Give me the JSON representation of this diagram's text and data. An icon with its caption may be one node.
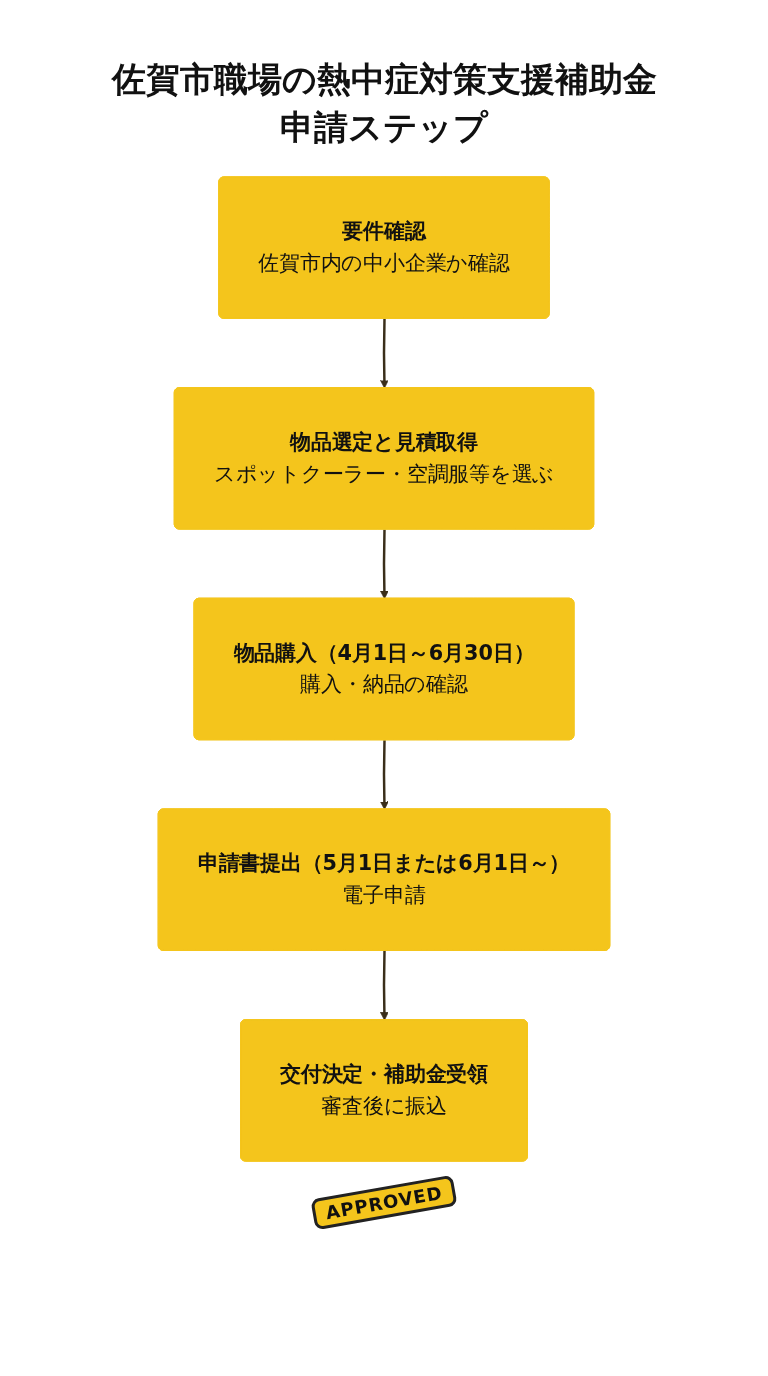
{
  "diagram": {
    "title": "佐賀市職場の熱中症対策支援補助金申請ステップ",
    "nodes": [
      {
        "text": [
          "要件確認",
          "佐賀市内の中小企業か確認"
        ]
      },
      {
        "text": [
          "物品選定と見積取得",
          "スポットクーラー・空調服等を選ぶ"
        ]
      },
      {
        "text": [
          "物品購入（4月1日～6月30日）",
          "購入・納品の確認"
        ]
      },
      {
        "text": [
          "申請書提出（5月1日または6月1日～）",
          "電子申請"
        ]
      },
      {
        "text": [
          "交付決定・補助金受領",
          "審査後に振込"
        ]
      }
    ],
    "edges": [
      {
        "from": 0,
        "to": 1,
        "arrow": "to"
      },
      {
        "from": 1,
        "to": 2,
        "arrow": "to"
      },
      {
        "from": 2,
        "to": 3,
        "arrow": "to"
      },
      {
        "from": 3,
        "to": 4,
        "arrow": "to"
      }
    ],
    "labels": [
      "APPROVED"
    ]
  }
}
